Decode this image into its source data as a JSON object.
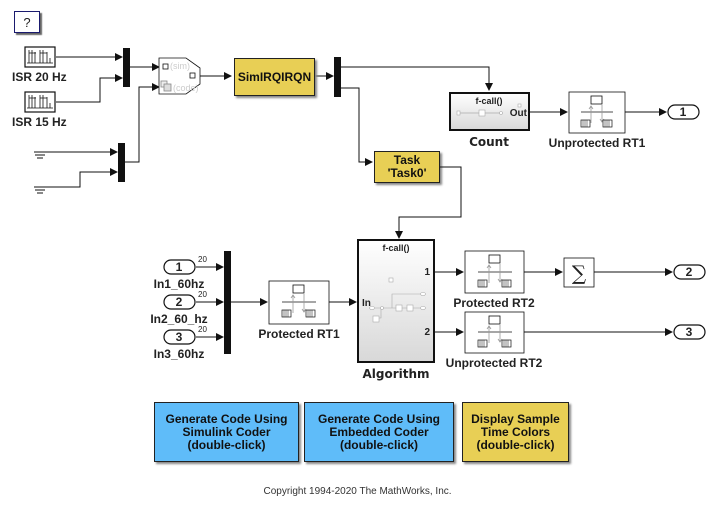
{
  "help_button": {
    "label": "?"
  },
  "blocks": {
    "isr20": {
      "label": "ISR 20 Hz"
    },
    "isr15": {
      "label": "ISR 15 Hz"
    },
    "variant": {
      "sim_label": "(sim)",
      "code_label": "(code)"
    },
    "simirq": {
      "label": "SimIRQIRQN"
    },
    "task": {
      "line1": "Task",
      "line2": "'Task0'"
    },
    "count": {
      "header": "f-call()",
      "port_out": "Out",
      "label": "Count"
    },
    "unprotected_rt1": {
      "label": "Unprotected RT1"
    },
    "outport1": {
      "number": "1"
    },
    "inport1": {
      "number": "1",
      "label": "In1_60hz",
      "rate": "20"
    },
    "inport2": {
      "number": "2",
      "label": "In2_60_hz",
      "rate": "20"
    },
    "inport3": {
      "number": "3",
      "label": "In3_60hz",
      "rate": "20"
    },
    "protected_rt1": {
      "label": "Protected RT1"
    },
    "algorithm": {
      "header": "f-call()",
      "port_in": "In",
      "port_out1": "1",
      "port_out2": "2",
      "label": "Algorithm"
    },
    "protected_rt2": {
      "label": "Protected RT2"
    },
    "unprotected_rt2": {
      "label": "Unprotected RT2"
    },
    "sum": {
      "symbol": "∑"
    },
    "outport2": {
      "number": "2"
    },
    "outport3": {
      "number": "3"
    }
  },
  "buttons": {
    "simulink_coder": {
      "line1": "Generate Code Using",
      "line2": "Simulink Coder",
      "line3": "(double-click)"
    },
    "embedded_coder": {
      "line1": "Generate Code Using",
      "line2": "Embedded Coder",
      "line3": "(double-click)"
    },
    "sample_time": {
      "line1": "Display Sample",
      "line2": "Time Colors",
      "line3": "(double-click)"
    }
  },
  "colors": {
    "annotation_blue": "#5fbcf9",
    "annotation_yellow": "#e8cf55"
  },
  "copyright": "Copyright 1994-2020 The MathWorks, Inc."
}
